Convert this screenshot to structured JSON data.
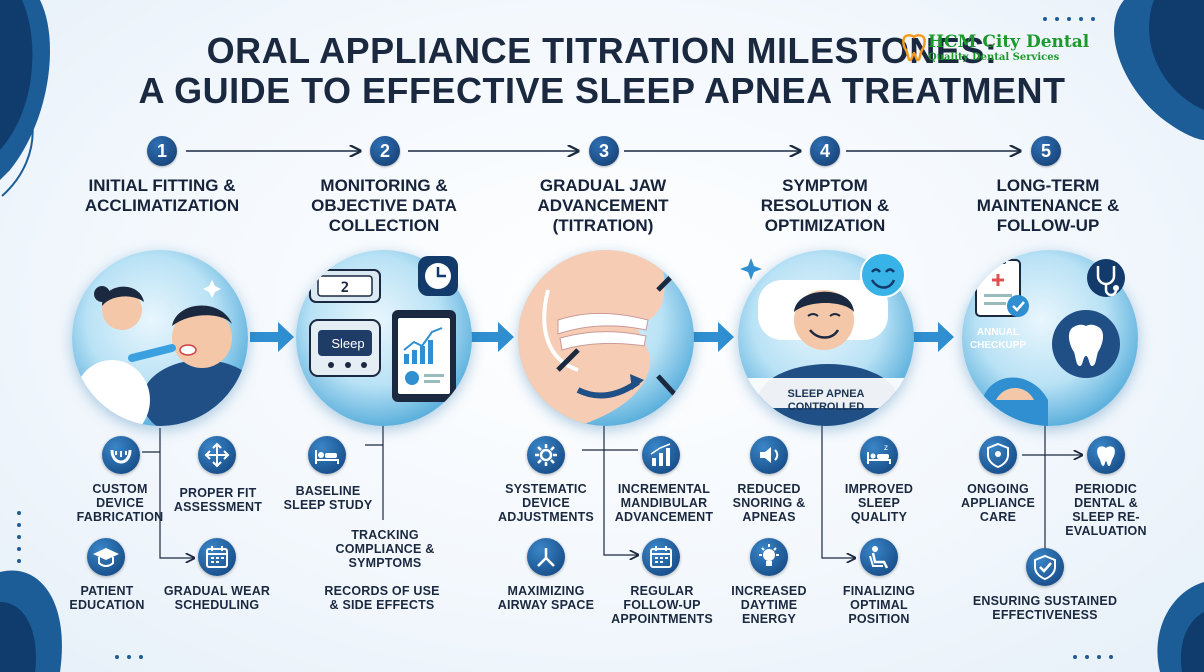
{
  "header": {
    "title_line1": "ORAL APPLIANCE TITRATION MILESTONES:",
    "title_line2": "A GUIDE TO EFFECTIVE SLEEP APNEA TREATMENT"
  },
  "logo": {
    "name": "HCM City Dental",
    "tagline": "Quality Dental Services"
  },
  "colors": {
    "primary": "#123a6b",
    "accent": "#2f8fd0",
    "logo_green": "#1a9a2b"
  },
  "steps": [
    {
      "number": "1",
      "title": "INITIAL FITTING & ACCLIMATIZATION",
      "image_labels": [],
      "items": [
        {
          "label": "CUSTOM DEVICE FABRICATION",
          "icon": "dental-tray-icon"
        },
        {
          "label": "PROPER FIT ASSESSMENT",
          "icon": "fit-arrows-icon"
        },
        {
          "label": "PATIENT EDUCATION",
          "icon": "graduation-cap-icon"
        },
        {
          "label": "GRADUAL WEAR SCHEDULING",
          "icon": "calendar-icon"
        }
      ]
    },
    {
      "number": "2",
      "title": "MONITORING & OBJECTIVE DATA COLLECTION",
      "image_labels": [
        "Sleep",
        "2"
      ],
      "items": [
        {
          "label": "BASELINE SLEEP STUDY",
          "icon": "bed-icon"
        },
        {
          "label": "TRACKING COMPLIANCE & SYMPTOMS",
          "icon": ""
        },
        {
          "label": "RECORDS OF USE & SIDE EFFECTS",
          "icon": ""
        }
      ]
    },
    {
      "number": "3",
      "title": "GRADUAL JAW ADVANCEMENT (TITRATION)",
      "image_labels": [],
      "items": [
        {
          "label": "SYSTEMATIC DEVICE ADJUSTMENTS",
          "icon": "gear-icon"
        },
        {
          "label": "INCREMENTAL MANDIBULAR ADVANCEMENT",
          "icon": "bar-chart-icon"
        },
        {
          "label": "MAXIMIZING AIRWAY SPACE",
          "icon": "airway-icon"
        },
        {
          "label": "REGULAR FOLLOW-UP APPOINTMENTS",
          "icon": "calendar-icon"
        }
      ]
    },
    {
      "number": "4",
      "title": "SYMPTOM RESOLUTION & OPTIMIZATION",
      "image_labels": [
        "SLEEP APNEA CONTROLLED"
      ],
      "items": [
        {
          "label": "REDUCED SNORING & APNEAS",
          "icon": "speaker-icon"
        },
        {
          "label": "IMPROVED SLEEP QUALITY",
          "icon": "sleep-bed-icon"
        },
        {
          "label": "INCREASED DAYTIME ENERGY",
          "icon": "lightbulb-icon"
        },
        {
          "label": "FINALIZING OPTIMAL POSITION",
          "icon": "recline-icon"
        }
      ]
    },
    {
      "number": "5",
      "title": "LONG-TERM MAINTENANCE & FOLLOW-UP",
      "image_labels": [
        "ANNUAL CHECKUPP"
      ],
      "items": [
        {
          "label": "ONGOING APPLIANCE CARE",
          "icon": "care-shield-icon"
        },
        {
          "label": "PERIODIC DENTAL & SLEEP RE-EVALUATION",
          "icon": "tooth-icon"
        },
        {
          "label": "ENSURING SUSTAINED EFFECTIVENESS",
          "icon": "check-shield-icon"
        }
      ]
    }
  ]
}
